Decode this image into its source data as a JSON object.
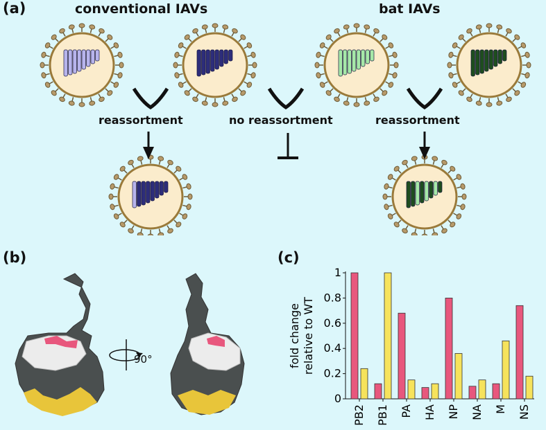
{
  "panels": {
    "a": "(a)",
    "b": "(b)",
    "c": "(c)"
  },
  "panel_a": {
    "left_title": "conventional IAVs",
    "right_title": "bat IAVs",
    "left_step": "reassortment",
    "middle_step": "no reassortment",
    "right_step": "reassortment"
  },
  "panel_b": {
    "rotation_label": "90°"
  },
  "colors": {
    "background": "#dcf7fb",
    "virion_fill": "#fbeccc",
    "virion_ring": "#9a7a3a",
    "spike": "#b79a6a",
    "light_purple": "#b7b4ec",
    "dark_blue": "#2d2d7a",
    "light_green": "#a6e8a8",
    "dark_green": "#1e4d1e",
    "bar_pink": "#e8577d",
    "bar_yellow": "#f6e35c",
    "protein_gray": "#4a4f4f",
    "protein_white": "#ececec",
    "protein_yellow": "#e8c53a"
  },
  "chart_data": {
    "type": "bar",
    "categories": [
      "PB2",
      "PB1",
      "PA",
      "HA",
      "NP",
      "NA",
      "M",
      "NS"
    ],
    "series": [
      {
        "values": [
          1.0,
          0.12,
          0.68,
          0.09,
          0.8,
          0.1,
          0.12,
          0.74
        ]
      },
      {
        "values": [
          0.24,
          1.0,
          0.15,
          0.12,
          0.36,
          0.15,
          0.46,
          0.18
        ]
      }
    ],
    "ylabel": "fold change relative to WT",
    "ylabel_lines": [
      "fold change",
      "relative to WT"
    ],
    "ylim": [
      0,
      1
    ],
    "yticks": [
      "0",
      "0.2",
      "0.4",
      "0.6",
      "0.8",
      "1"
    ],
    "legend": "none"
  }
}
